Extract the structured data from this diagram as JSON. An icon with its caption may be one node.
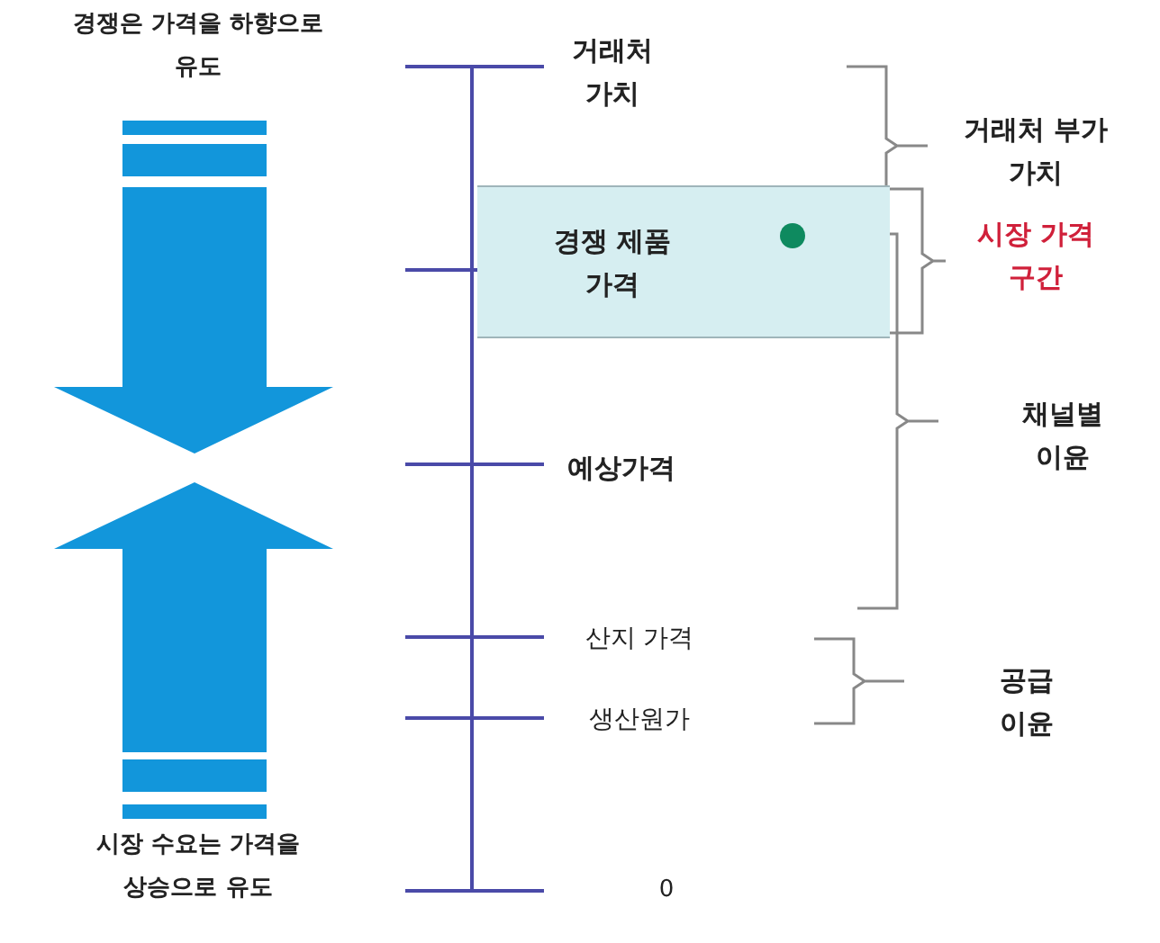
{
  "diagram": {
    "nodes": [
      {
        "text": [
          "경쟁 제품 가격"
        ]
      }
    ],
    "labels": [
      "경쟁은 가격을 하향으로 유도",
      "거래처 가치",
      "거래처 부가 가치",
      "시장 가격 구간",
      "채널별 이윤",
      "예상가격",
      "산지 가격",
      "공급 이윤",
      "생산원가",
      "시장 수요는 가격을 상승으로 유도",
      "0"
    ]
  }
}
